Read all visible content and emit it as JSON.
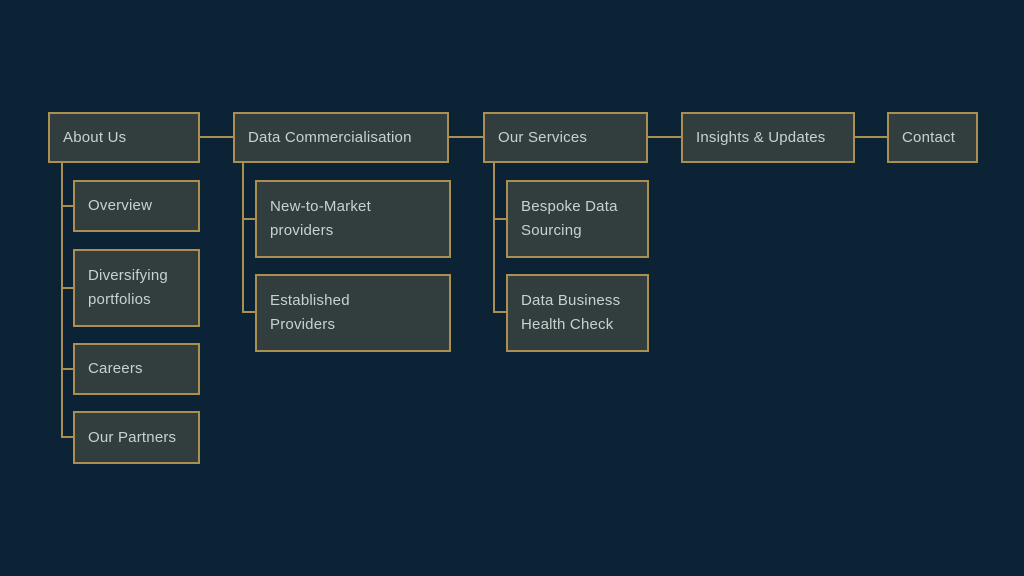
{
  "palette": {
    "bg": "#0c2336",
    "box_fill": "#313e3d",
    "gold": "#ab8f52",
    "text": "#c9d1d0"
  },
  "sitemap": {
    "top_level": [
      {
        "label": "About Us"
      },
      {
        "label": "Data Commercialisation"
      },
      {
        "label": "Our Services"
      },
      {
        "label": "Insights & Updates"
      },
      {
        "label": "Contact"
      }
    ],
    "children": {
      "about_us": [
        {
          "label": "Overview"
        },
        {
          "label": "Diversifying portfolios"
        },
        {
          "label": "Careers"
        },
        {
          "label": "Our Partners"
        }
      ],
      "data_commercialisation": [
        {
          "label": "New-to-Market providers"
        },
        {
          "label": "Established Providers"
        }
      ],
      "our_services": [
        {
          "label": "Bespoke Data Sourcing"
        },
        {
          "label": "Data Business Health Check"
        }
      ]
    }
  }
}
